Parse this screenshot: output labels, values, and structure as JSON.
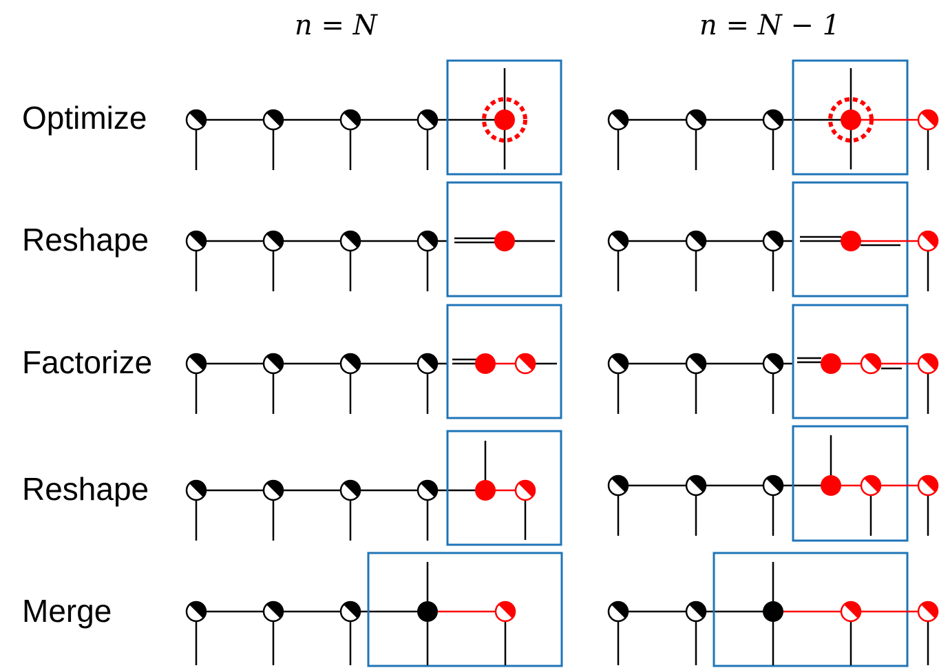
{
  "columns": [
    {
      "header": "n = N"
    },
    {
      "header": "n = N − 1"
    }
  ],
  "rows": [
    {
      "label": "Optimize"
    },
    {
      "label": "Reshape"
    },
    {
      "label": "Factorize"
    },
    {
      "label": "Reshape"
    },
    {
      "label": "Merge"
    }
  ],
  "colors": {
    "highlight": "#ff0000",
    "box": "#1f74b7",
    "ink": "#000000"
  }
}
